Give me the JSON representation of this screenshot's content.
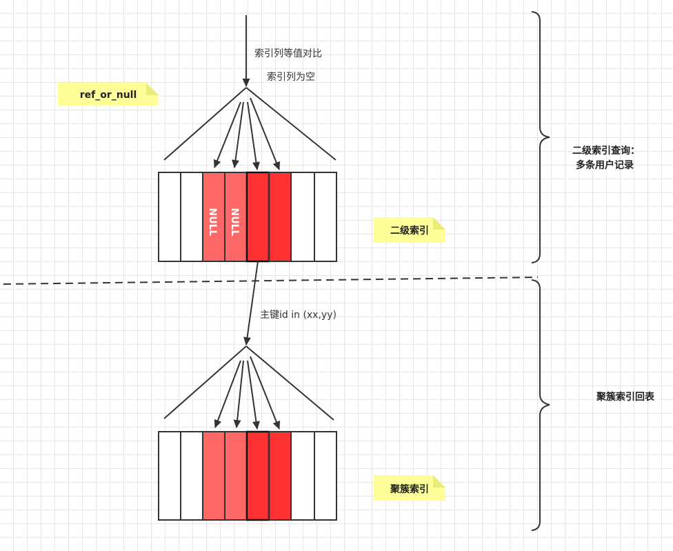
{
  "top_annotations": {
    "line1": "索引列等值对比",
    "line2": "索引列为空"
  },
  "middle_annotation": "主键id in (xx,yy)",
  "notes": {
    "access_type": "ref_or_null",
    "secondary_index": "二级索引",
    "clustered_index": "聚簇索引"
  },
  "braces": {
    "secondary_query_line1": "二级索引查询：",
    "secondary_query_line2": "多条用户记录",
    "cluster_lookup": "聚簇索引回表"
  },
  "null_label": "NULL",
  "colors": {
    "light_red": "#ff6666",
    "red": "#ff3333",
    "note_yellow": "#ffff99",
    "line": "#333333"
  }
}
